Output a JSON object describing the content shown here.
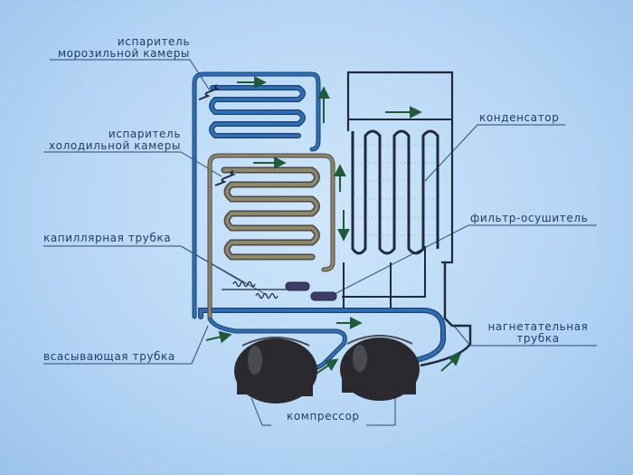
{
  "labels": {
    "freezer_evaporator": [
      "испаритель",
      "морозильной камеры"
    ],
    "fridge_evaporator": [
      "испаритель",
      "холодильной камеры"
    ],
    "capillary_tube": "капиллярная трубка",
    "suction_tube": "всасывающая трубка",
    "condenser": "конденсатор",
    "filter_drier": "фильтр-осушитель",
    "discharge_tube": [
      "нагнетательная",
      "трубка"
    ],
    "compressor": "компрессор"
  },
  "colors": {
    "freezer_pipe": "#2f6fb4",
    "fridge_pipe": "#8d8670",
    "condenser_pipe": "#1e2a3e",
    "arrow": "#1f5a3a",
    "compressor": "#2a2a2e",
    "leader": "#2b4a70"
  }
}
